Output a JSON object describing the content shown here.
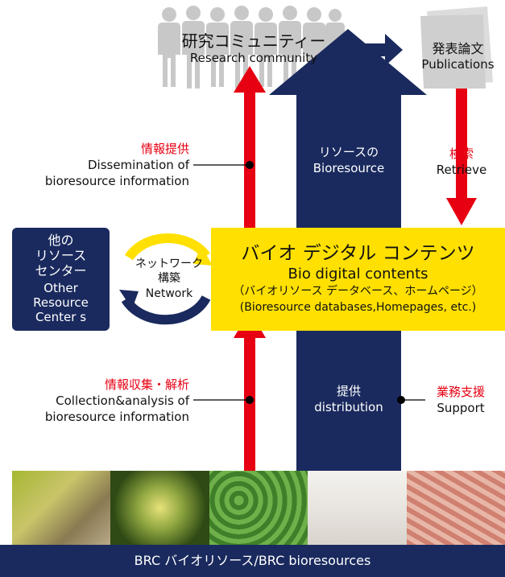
{
  "top": {
    "community_jp": "研究コミュニティー",
    "community_en": "Research community",
    "publications_jp": "発表論文",
    "publications_en": "Publications"
  },
  "left_labels": {
    "dissemination_jp": "情報提供",
    "dissemination_en_1": "Dissemination of",
    "dissemination_en_2": "bioresource information",
    "collection_jp": "情報収集・解析",
    "collection_en_1": "Collection&analysis of",
    "collection_en_2": "bioresource information"
  },
  "center_arrow": {
    "resource_jp": "リソースの",
    "resource_en": "Bioresource",
    "provide_jp": "提供",
    "provide_en": "distribution"
  },
  "right_labels": {
    "retrieve_jp": "検索",
    "retrieve_en": "Retrieve",
    "support_jp": "業務支援",
    "support_en": "Support"
  },
  "other_centers": {
    "jp_1": "他の",
    "jp_2": "リソース",
    "jp_3": "センター",
    "en_1": "Other",
    "en_2": "Resource",
    "en_3": "Center s"
  },
  "network": {
    "jp_1": "ネットワーク",
    "jp_2": "構築",
    "en": "Network"
  },
  "bio_digital": {
    "title_jp": "バイオ デジタル コンテンツ",
    "title_en": "Bio digital contents",
    "sub_jp": "（バイオリソース データベース、ホームページ）",
    "sub_en": "(Bioresource databases,Homepages, etc.)"
  },
  "bottom": {
    "label": "BRC バイオリソース/BRC bioresources"
  },
  "colors": {
    "navy": "#1a2a5e",
    "red": "#e60012",
    "yellow": "#ffe000",
    "people_gray": "#c8c8c8"
  }
}
